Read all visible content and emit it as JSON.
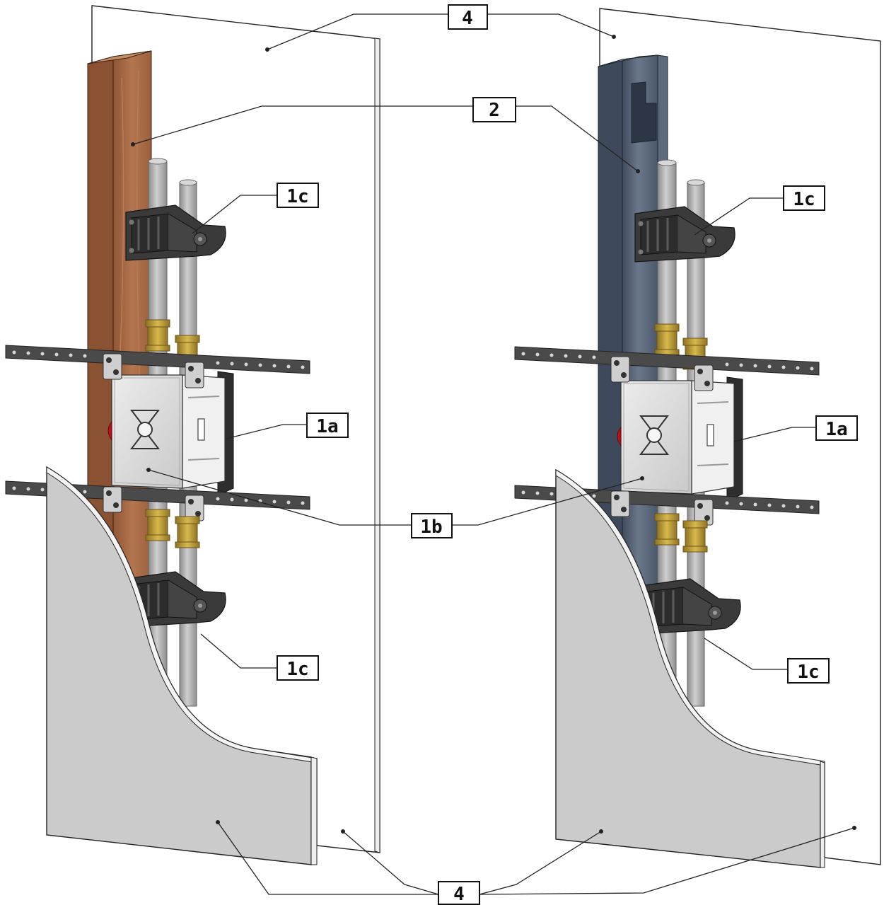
{
  "labels": {
    "sheathing_top": "4",
    "stud": "2",
    "bracket_upper_left": "1c",
    "bracket_upper_right": "1c",
    "housing_left": "1a",
    "housing_right": "1a",
    "box_cover": "1b",
    "bracket_lower_left": "1c",
    "bracket_lower_right": "1c",
    "sheathing_bottom": "4"
  },
  "colors": {
    "wood": "#a86a45",
    "wood_light": "#c58a62",
    "steel_stud": "#56657a",
    "steel_stud_light": "#7a8799",
    "board": "#cbcbcb",
    "board_edge": "#f2f2f2",
    "pipe": "#b0b0b0",
    "fitting": "#c2a23c",
    "bracket": "#3c3c3c",
    "rail": "#4a4a4a",
    "box": "#d9d9d9",
    "box_side": "#efefef",
    "indicator": "#b5121b"
  }
}
